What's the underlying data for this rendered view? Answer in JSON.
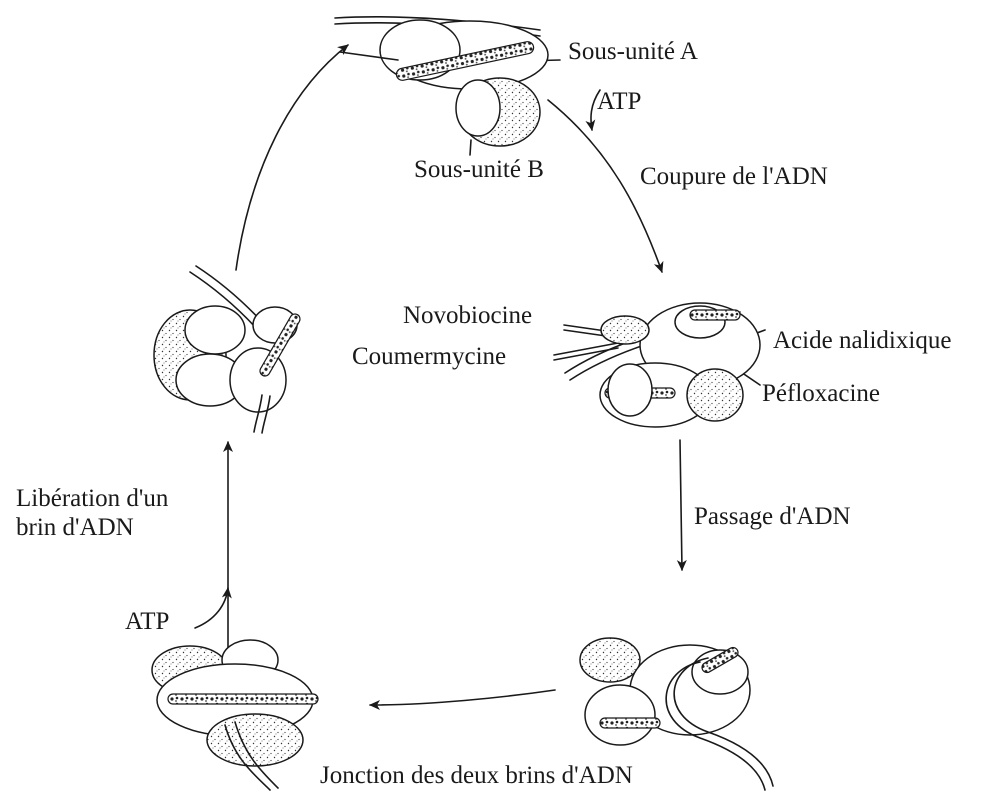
{
  "labels": {
    "sous_unite_a": "Sous-unité A",
    "atp_top": "ATP",
    "sous_unite_b": "Sous-unité B",
    "coupure": "Coupure de l'ADN",
    "novobiocine": "Novobiocine",
    "coumermycine": "Coumermycine",
    "acide_nalidixique": "Acide nalidixique",
    "pefloxacine": "Péfloxacine",
    "passage": "Passage d'ADN",
    "liberation": "Libération d'un\nbrin d'ADN",
    "atp_bottom": "ATP",
    "jonction": "Jonction des deux brins d'ADN"
  },
  "colors": {
    "ink": "#1a1a1a",
    "background": "#ffffff"
  }
}
